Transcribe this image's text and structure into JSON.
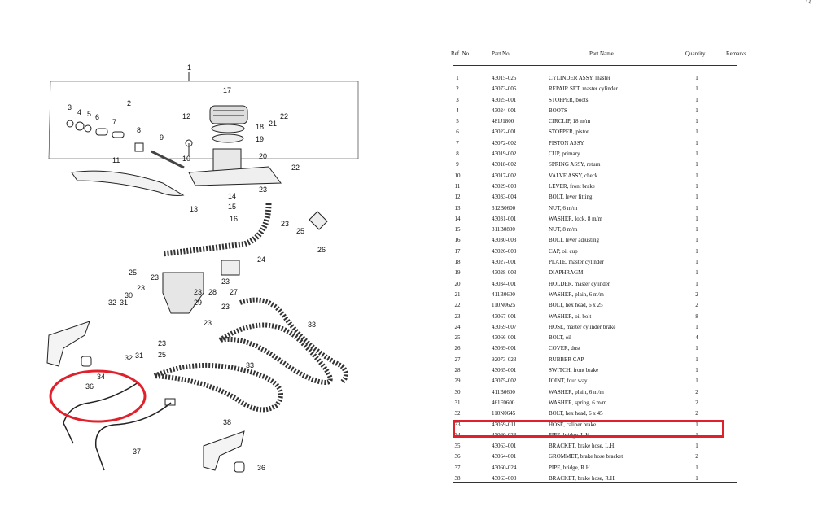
{
  "corner_mark": "Q",
  "diagram": {
    "callouts": [
      "1",
      "2",
      "3",
      "4",
      "5",
      "6",
      "7",
      "8",
      "9",
      "10",
      "11",
      "12",
      "13",
      "14",
      "15",
      "16",
      "17",
      "18",
      "19",
      "20",
      "21",
      "22",
      "22",
      "23",
      "23",
      "23",
      "23",
      "24",
      "25",
      "25",
      "26",
      "23",
      "27",
      "28",
      "29",
      "30",
      "31",
      "32",
      "31",
      "32",
      "33",
      "33",
      "23",
      "23",
      "23",
      "25",
      "34",
      "36",
      "37",
      "38",
      "36",
      "23"
    ]
  },
  "table": {
    "headers": {
      "ref": "Ref. No.",
      "part_no": "Part No.",
      "name": "Part Name",
      "qty": "Quantity",
      "remarks": "Remarks"
    },
    "rows": [
      {
        "ref": "1",
        "pn": "43015-025",
        "name": "CYLINDER ASSY, master",
        "qty": "1"
      },
      {
        "ref": "2",
        "pn": "43073-005",
        "name": "REPAIR SET, master cylinder",
        "qty": "1"
      },
      {
        "ref": "3",
        "pn": "43025-001",
        "name": "STOPPER, boots",
        "qty": "1"
      },
      {
        "ref": "4",
        "pn": "43024-001",
        "name": "BOOTS",
        "qty": "1"
      },
      {
        "ref": "5",
        "pn": "481J1800",
        "name": "CIRCLIP, 18 m/m",
        "qty": "1"
      },
      {
        "ref": "6",
        "pn": "43022-001",
        "name": "STOPPER, piston",
        "qty": "1"
      },
      {
        "ref": "7",
        "pn": "43072-002",
        "name": "PISTON ASSY",
        "qty": "1"
      },
      {
        "ref": "8",
        "pn": "43019-002",
        "name": "CUP, primary",
        "qty": "1"
      },
      {
        "ref": "9",
        "pn": "43018-002",
        "name": "SPRING ASSY, return",
        "qty": "1"
      },
      {
        "ref": "10",
        "pn": "43017-002",
        "name": "VALVE ASSY, check",
        "qty": "1"
      },
      {
        "ref": "11",
        "pn": "43029-003",
        "name": "LEVER, front brake",
        "qty": "1"
      },
      {
        "ref": "12",
        "pn": "43033-004",
        "name": "BOLT, lever fitting",
        "qty": "1"
      },
      {
        "ref": "13",
        "pn": "312B0600",
        "name": "NUT, 6 m/m",
        "qty": "1"
      },
      {
        "ref": "14",
        "pn": "43031-001",
        "name": "WASHER, lock, 8 m/m",
        "qty": "1"
      },
      {
        "ref": "15",
        "pn": "311B0800",
        "name": "NUT, 8 m/m",
        "qty": "1"
      },
      {
        "ref": "16",
        "pn": "43030-003",
        "name": "BOLT, lever adjusting",
        "qty": "1"
      },
      {
        "ref": "17",
        "pn": "43026-003",
        "name": "CAP, oil cup",
        "qty": "1"
      },
      {
        "ref": "18",
        "pn": "43027-001",
        "name": "PLATE, master cylinder",
        "qty": "1"
      },
      {
        "ref": "19",
        "pn": "43028-003",
        "name": "DIAPHRAGM",
        "qty": "1"
      },
      {
        "ref": "20",
        "pn": "43034-001",
        "name": "HOLDER, master cylinder",
        "qty": "1"
      },
      {
        "ref": "21",
        "pn": "411B0600",
        "name": "WASHER, plain, 6 m/m",
        "qty": "2"
      },
      {
        "ref": "22",
        "pn": "110N0625",
        "name": "BOLT, hex head, 6 x 25",
        "qty": "2"
      },
      {
        "ref": "23",
        "pn": "43067-001",
        "name": "WASHER, oil bolt",
        "qty": "8"
      },
      {
        "ref": "24",
        "pn": "43059-007",
        "name": "HOSE, master cylinder brake",
        "qty": "1"
      },
      {
        "ref": "25",
        "pn": "43066-001",
        "name": "BOLT, oil",
        "qty": "4"
      },
      {
        "ref": "26",
        "pn": "43069-001",
        "name": "COVER, dust",
        "qty": "1"
      },
      {
        "ref": "27",
        "pn": "92073-023",
        "name": "RUBBER CAP",
        "qty": "1"
      },
      {
        "ref": "28",
        "pn": "43065-001",
        "name": "SWITCH, front brake",
        "qty": "1"
      },
      {
        "ref": "29",
        "pn": "43075-002",
        "name": "JOINT, four way",
        "qty": "1"
      },
      {
        "ref": "30",
        "pn": "411B0600",
        "name": "WASHER, plain, 6 m/m",
        "qty": "2"
      },
      {
        "ref": "31",
        "pn": "461F0600",
        "name": "WASHER, spring, 6 m/m",
        "qty": "2"
      },
      {
        "ref": "32",
        "pn": "110N0645",
        "name": "BOLT, hex head, 6 x 45",
        "qty": "2"
      },
      {
        "ref": "33",
        "pn": "43059-011",
        "name": "HOSE, caliper brake",
        "qty": "1"
      },
      {
        "ref": "34",
        "pn": "43060-023",
        "name": "PIPE, bridge, L.H.",
        "qty": "1"
      },
      {
        "ref": "35",
        "pn": "43063-001",
        "name": "BRACKET, brake hose, L.H.",
        "qty": "1"
      },
      {
        "ref": "36",
        "pn": "43064-001",
        "name": "GROMMET, brake hose bracket",
        "qty": "2"
      },
      {
        "ref": "37",
        "pn": "43060-024",
        "name": "PIPE, bridge, R.H.",
        "qty": "1"
      },
      {
        "ref": "38",
        "pn": "43063-003",
        "name": "BRACKET, brake hose, R.H.",
        "qty": "1"
      }
    ]
  },
  "highlight_ref": "34",
  "colors": {
    "highlight": "#e0202a",
    "ink": "#111111"
  }
}
